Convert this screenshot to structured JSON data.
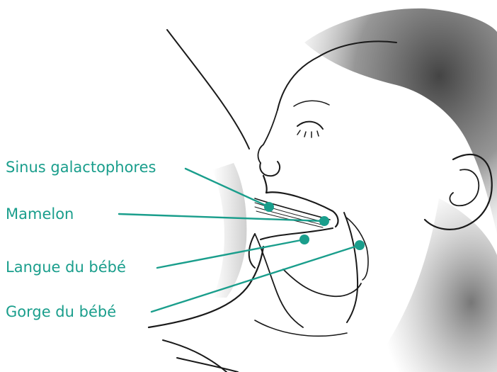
{
  "colors": {
    "accent": "#1a9e8c",
    "ink": "#1a1a1a",
    "shade": "#6a6a6a"
  },
  "labels": {
    "sinus": "Sinus galactophores",
    "mamelon": "Mamelon",
    "langue": "Langue du bébé",
    "gorge": "Gorge du bébé"
  }
}
